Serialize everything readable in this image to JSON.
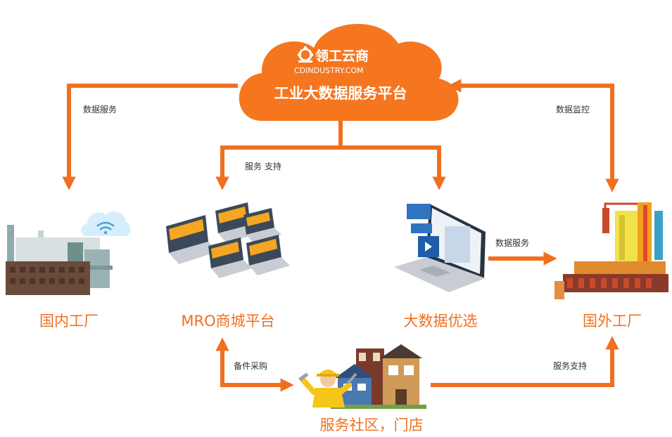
{
  "colors": {
    "accent": "#f07020",
    "cloud": "#f5761f",
    "arrow": "#f07020",
    "text_dark": "#333333",
    "white": "#ffffff"
  },
  "cloud": {
    "logo_text": "领工云商",
    "logo_domain": "CDINDUSTRY.COM",
    "title": "工业大数据服务平台"
  },
  "nodes": {
    "domestic_factory": "国内工厂",
    "mro_platform": "MRO商城平台",
    "big_data": "大数据优选",
    "foreign_factory": "国外工厂",
    "service_community": "服务社区，门店"
  },
  "edges": {
    "cloud_to_domestic": "数据服务",
    "cloud_to_mro": "服务 支持",
    "foreign_to_cloud": "数据监控",
    "bigdata_to_foreign": "数据服务",
    "mro_to_community": "备件采购",
    "community_to_foreign": "服务支持"
  }
}
